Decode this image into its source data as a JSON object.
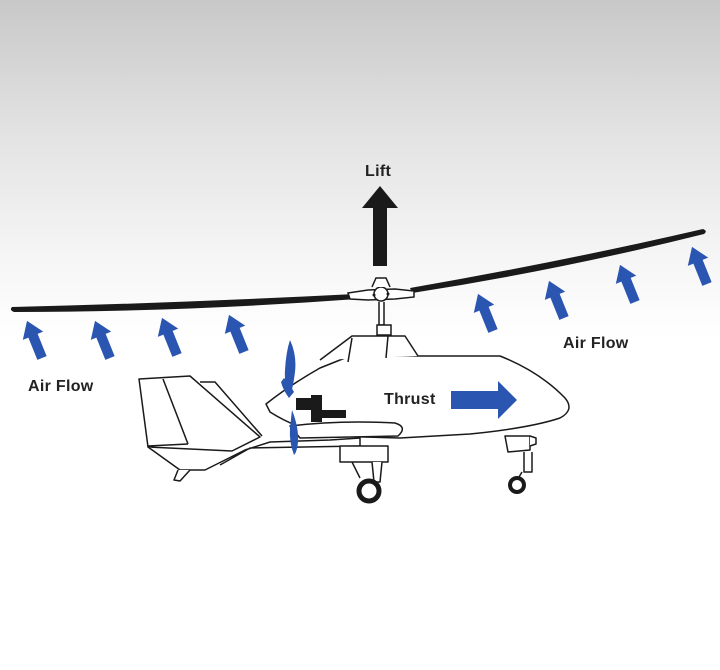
{
  "labels": {
    "lift": "Lift",
    "thrust": "Thrust",
    "airflow_left": "Air Flow",
    "airflow_right": "Air Flow"
  },
  "colors": {
    "arrow_blue": "#2a55b0",
    "lift_arrow": "#1a1a1a",
    "rotor_blade": "#1a1a1a",
    "outline": "#1a1a1a"
  },
  "icons": {
    "lift": "up-arrow-icon",
    "thrust": "right-arrow-icon",
    "airflow": "diagonal-up-arrow-icon"
  }
}
